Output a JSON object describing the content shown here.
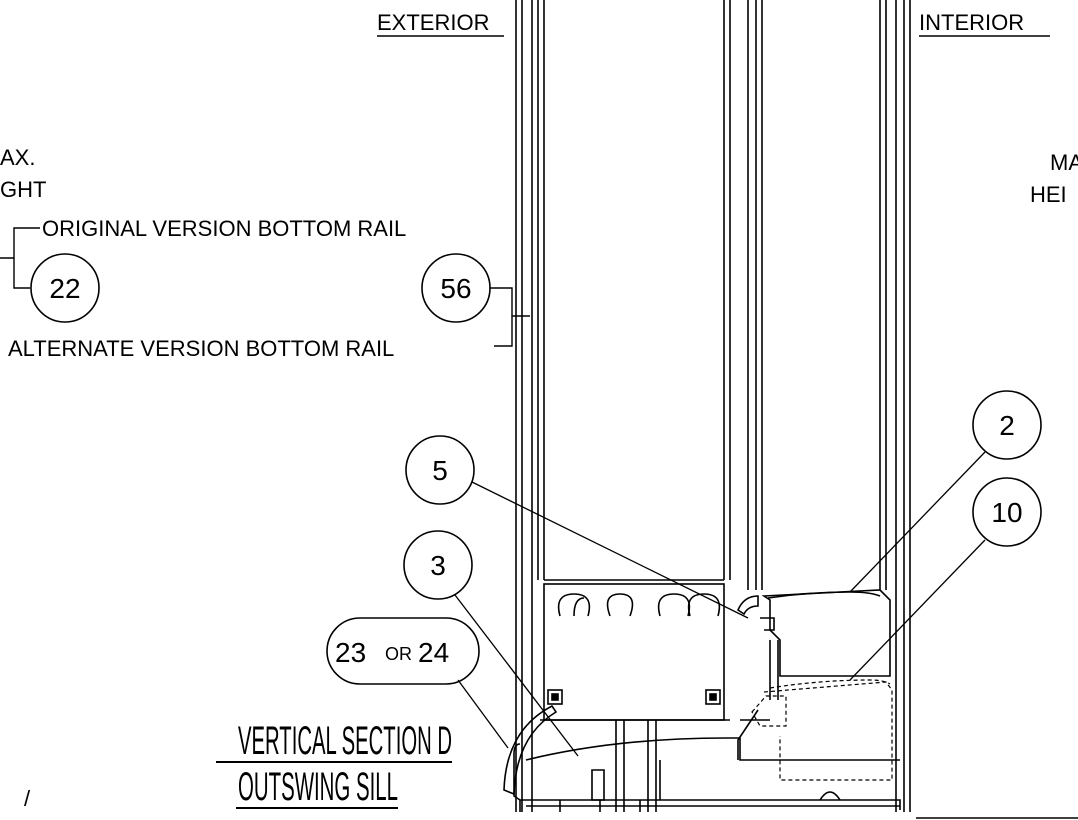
{
  "labels": {
    "exterior": "EXTERIOR",
    "interior": "INTERIOR",
    "max_left_1": "AX.",
    "max_left_2": "GHT",
    "max_right_1": "MA",
    "max_right_2": "HEI",
    "original_rail": "ORIGINAL VERSION BOTTOM RAIL",
    "alternate_rail": "ALTERNATE VERSION BOTTOM RAIL",
    "title_line1": "VERTICAL SECTION D",
    "title_line2": "OUTSWING SILL",
    "stray_mark": "/"
  },
  "callouts": {
    "c22": "22",
    "c56": "56",
    "c5": "5",
    "c3": "3",
    "c2": "2",
    "c10": "10",
    "c23": "23",
    "or_word": "OR",
    "c24": "24"
  }
}
